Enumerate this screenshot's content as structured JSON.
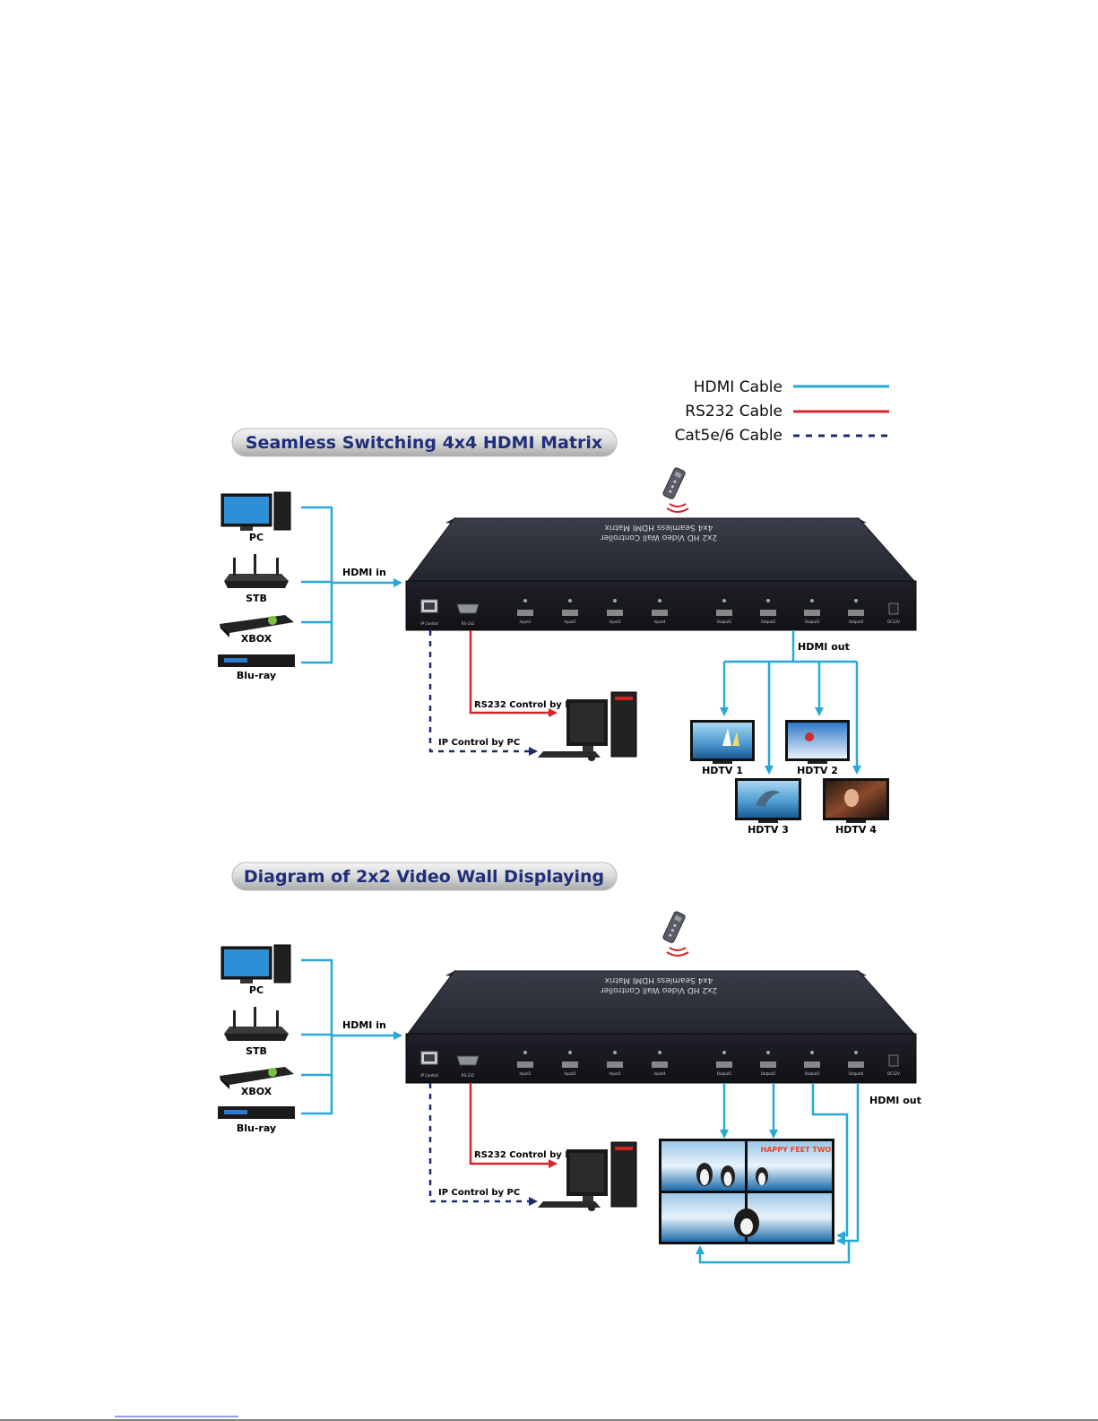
{
  "legend": {
    "hdmi": "HDMI Cable",
    "rs232": "RS232 Cable",
    "cat": "Cat5e/6 Cable",
    "colors": {
      "hdmi": "#27a8d8",
      "rs232": "#d6242a",
      "cat": "#1f2a6b"
    }
  },
  "section1": {
    "title": "Seamless Switching 4x4 HDMI Matrix",
    "device_title": "4x4 Seamless HDMI Matrix",
    "device_subtitle": "2x2 HD Video Wall Controller",
    "sources": [
      "PC",
      "STB",
      "XBOX",
      "Blu-ray"
    ],
    "hdmi_in": "HDMI in",
    "hdmi_out": "HDMI out",
    "rs232_control": "RS232 Control by PC",
    "ip_control": "IP Control by PC",
    "tvs": [
      "HDTV 1",
      "HDTV 2",
      "HDTV 3",
      "HDTV 4"
    ],
    "ports": {
      "ip": "IP Control",
      "rs": "RS-232",
      "inputs": [
        "Input1",
        "Input2",
        "Input3",
        "Input4"
      ],
      "outputs": [
        "Output1",
        "Output2",
        "Output3",
        "Output4"
      ],
      "dc": "DC12V"
    }
  },
  "section2": {
    "title": "Diagram of 2x2 Video Wall Displaying",
    "device_title": "4x4 Seamless HDMI Matrix",
    "device_subtitle": "2x2 HD Video Wall Controller",
    "sources": [
      "PC",
      "STB",
      "XBOX",
      "Blu-ray"
    ],
    "hdmi_in": "HDMI in",
    "hdmi_out": "HDMI out",
    "rs232_control": "RS232 Control by PC",
    "ip_control": "IP Control by PC",
    "video_wall_text": "HAPPY FEET TWO",
    "ports": {
      "ip": "IP Control",
      "rs": "RS-232",
      "inputs": [
        "Input1",
        "Input2",
        "Input3",
        "Input4"
      ],
      "outputs": [
        "Output1",
        "Output2",
        "Output3",
        "Output4"
      ],
      "dc": "DC12V"
    }
  }
}
